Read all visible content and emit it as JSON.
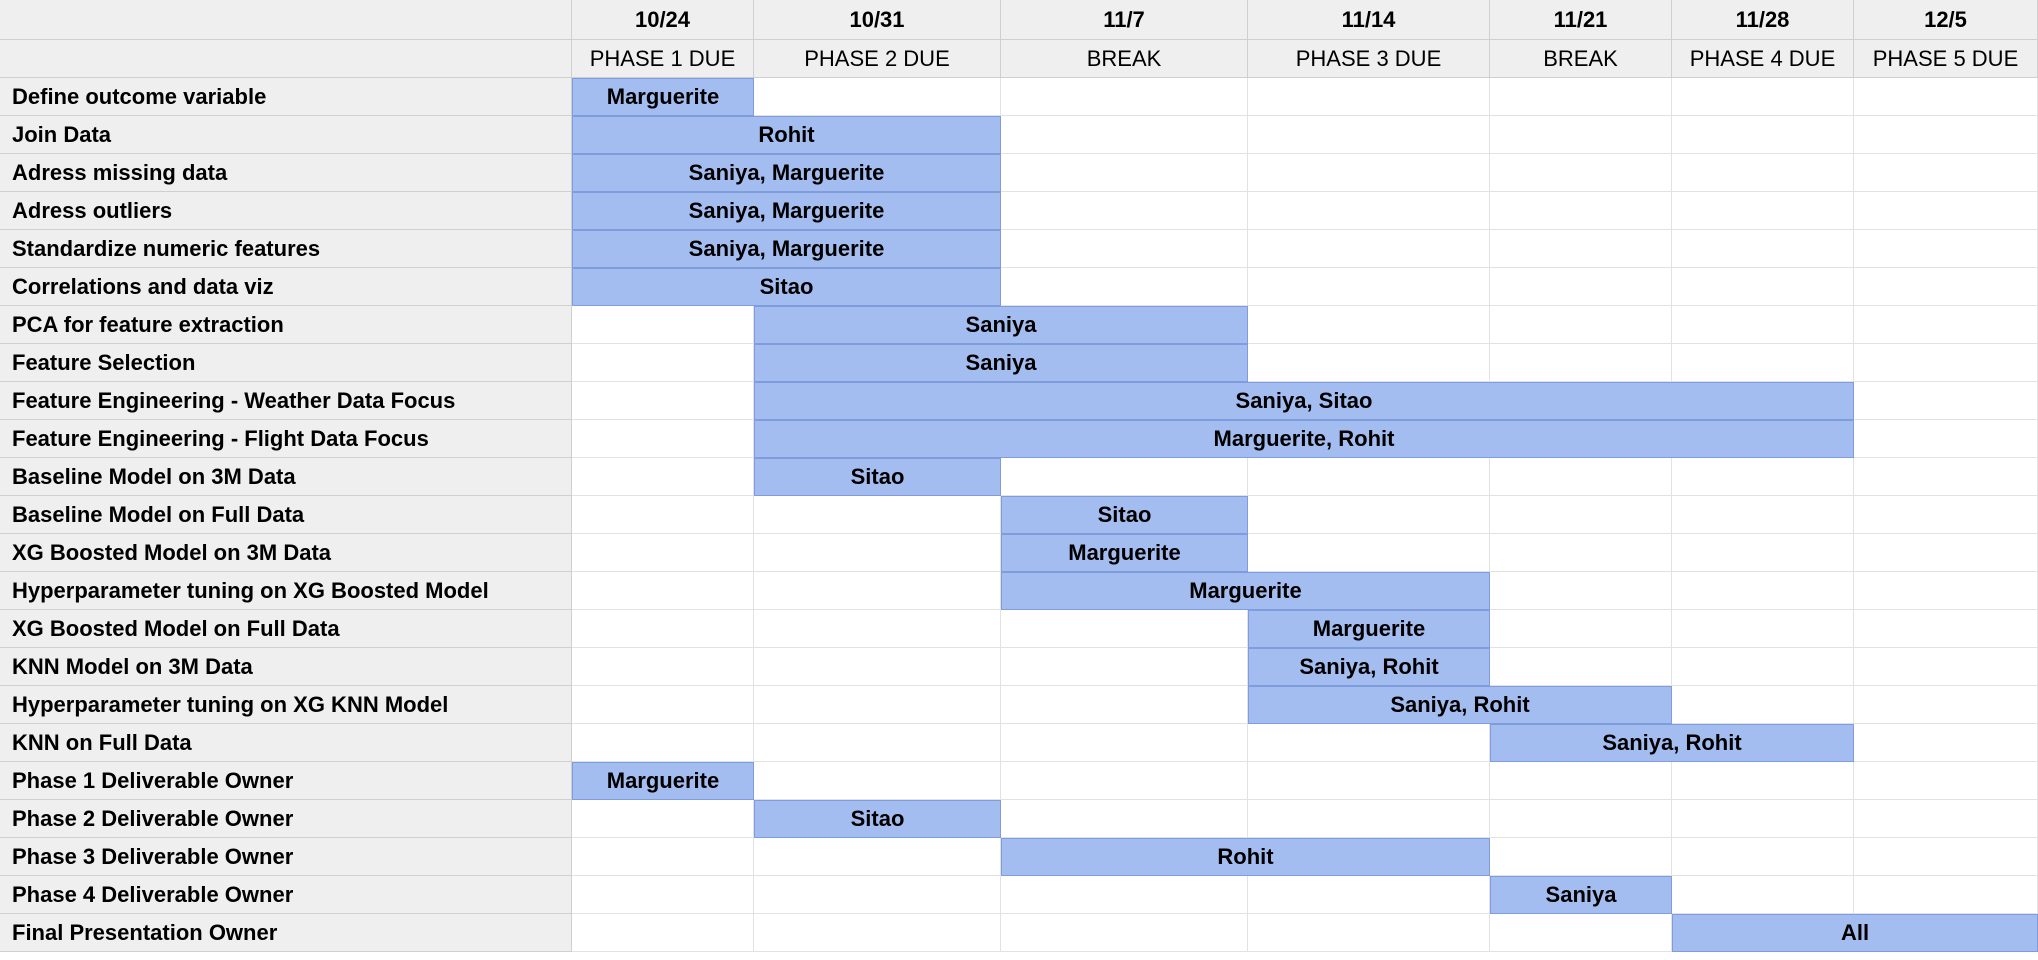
{
  "sheet": {
    "dates": [
      "10/24",
      "10/31",
      "11/7",
      "11/14",
      "11/21",
      "11/28",
      "12/5"
    ],
    "phases": [
      "PHASE 1 DUE",
      "PHASE 2 DUE",
      "BREAK",
      "PHASE 3 DUE",
      "BREAK",
      "PHASE 4 DUE",
      "PHASE 5 DUE"
    ],
    "colors": {
      "bar_fill": "#a4bdf0",
      "header_bg": "#efefef"
    },
    "tasks": [
      {
        "label": "Define outcome variable",
        "bar": {
          "start": 0,
          "end": 0,
          "text": "Marguerite"
        }
      },
      {
        "label": "Join Data",
        "bar": {
          "start": 0,
          "end": 1,
          "text": "Rohit"
        }
      },
      {
        "label": "Adress missing data",
        "bar": {
          "start": 0,
          "end": 1,
          "text": "Saniya, Marguerite"
        }
      },
      {
        "label": "Adress outliers",
        "bar": {
          "start": 0,
          "end": 1,
          "text": "Saniya, Marguerite"
        }
      },
      {
        "label": "Standardize numeric features",
        "bar": {
          "start": 0,
          "end": 1,
          "text": "Saniya, Marguerite"
        }
      },
      {
        "label": "Correlations and data viz",
        "bar": {
          "start": 0,
          "end": 1,
          "text": "Sitao"
        }
      },
      {
        "label": "PCA for feature extraction",
        "bar": {
          "start": 1,
          "end": 2,
          "text": "Saniya"
        }
      },
      {
        "label": "Feature Selection",
        "bar": {
          "start": 1,
          "end": 2,
          "text": "Saniya"
        }
      },
      {
        "label": "Feature Engineering - Weather Data Focus",
        "bar": {
          "start": 1,
          "end": 5,
          "text": "Saniya, Sitao"
        }
      },
      {
        "label": "Feature Engineering - Flight Data Focus",
        "bar": {
          "start": 1,
          "end": 5,
          "text": "Marguerite, Rohit"
        }
      },
      {
        "label": "Baseline Model on 3M Data",
        "bar": {
          "start": 1,
          "end": 1,
          "text": "Sitao"
        }
      },
      {
        "label": "Baseline Model on Full Data",
        "bar": {
          "start": 2,
          "end": 2,
          "text": "Sitao"
        }
      },
      {
        "label": "XG Boosted Model on 3M Data",
        "bar": {
          "start": 2,
          "end": 2,
          "text": "Marguerite"
        }
      },
      {
        "label": "Hyperparameter tuning on XG Boosted Model",
        "bar": {
          "start": 2,
          "end": 3,
          "text": "Marguerite"
        }
      },
      {
        "label": "XG Boosted Model on Full Data",
        "bar": {
          "start": 3,
          "end": 3,
          "text": "Marguerite"
        }
      },
      {
        "label": "KNN Model on 3M Data",
        "bar": {
          "start": 3,
          "end": 3,
          "text": "Saniya, Rohit"
        }
      },
      {
        "label": "Hyperparameter tuning on XG KNN Model",
        "bar": {
          "start": 3,
          "end": 4,
          "text": "Saniya, Rohit"
        }
      },
      {
        "label": "KNN on Full Data",
        "bar": {
          "start": 4,
          "end": 5,
          "text": "Saniya, Rohit"
        }
      },
      {
        "label": "Phase 1 Deliverable Owner",
        "bar": {
          "start": 0,
          "end": 0,
          "text": "Marguerite"
        }
      },
      {
        "label": "Phase 2 Deliverable Owner",
        "bar": {
          "start": 1,
          "end": 1,
          "text": "Sitao"
        }
      },
      {
        "label": "Phase 3 Deliverable Owner",
        "bar": {
          "start": 2,
          "end": 3,
          "text": "Rohit"
        }
      },
      {
        "label": "Phase 4 Deliverable Owner",
        "bar": {
          "start": 4,
          "end": 4,
          "text": "Saniya"
        }
      },
      {
        "label": "Final Presentation Owner",
        "bar": {
          "start": 5,
          "end": 6,
          "text": "All"
        }
      }
    ]
  }
}
